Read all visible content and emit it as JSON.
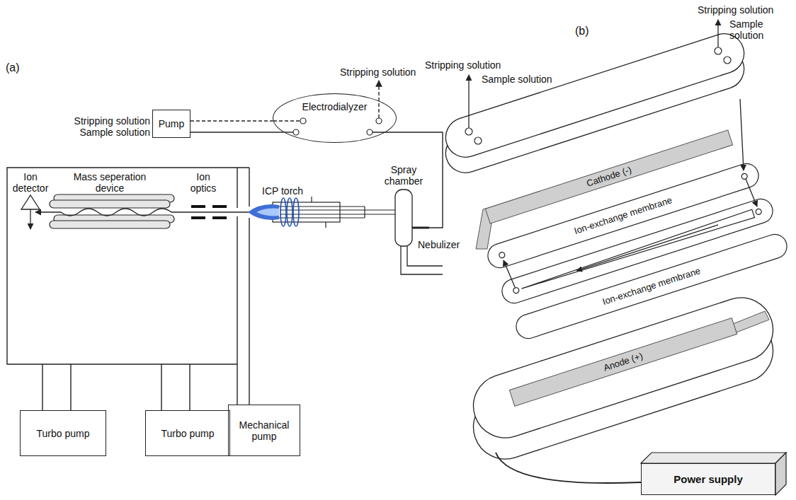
{
  "diagram": {
    "nodes": [
      {
        "text": [
          "Pump"
        ]
      },
      {
        "text": [
          "Electrodialyzer"
        ]
      },
      {
        "text": [
          "Turbo pump"
        ]
      },
      {
        "text": [
          "Turbo pump"
        ]
      },
      {
        "text": [
          "Mechanical pump"
        ]
      },
      {
        "text": [
          "Power supply"
        ]
      }
    ],
    "edges": [
      {
        "from": 0,
        "to": 1,
        "arrow": "none"
      },
      {
        "from": 0,
        "to": 1,
        "arrow": "none"
      }
    ],
    "labels": [
      "(a)",
      "Stripping solution",
      "Stripping solution",
      "Sample solution",
      "Ion detector",
      "Mass seperation device",
      "Ion optics",
      "ICP torch",
      "Spray chamber",
      "Nebulizer",
      "(b)",
      "Stripping solution",
      "Sample solution",
      "Stripping solution",
      "Sample solution",
      "Cathode (-)",
      "Ion-exchange membrane",
      "Ion-exchange membrane",
      "Anode (+)"
    ]
  }
}
